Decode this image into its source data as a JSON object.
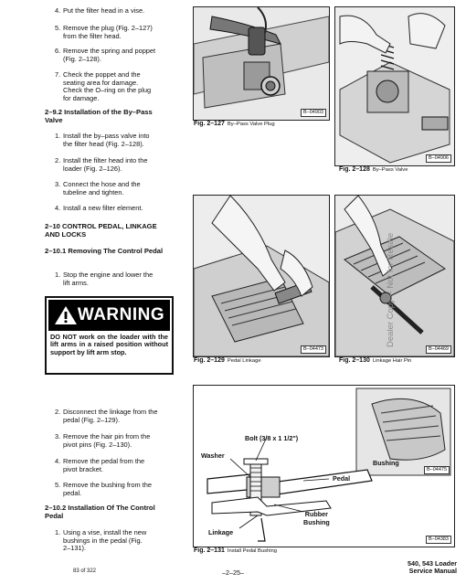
{
  "left_column": {
    "steps_a": [
      {
        "num": "4.",
        "text": "Put the filter head in a vise."
      },
      {
        "num": "5.",
        "text": "Remove the plug (Fig. 2–127)\nfrom the filter head."
      },
      {
        "num": "6.",
        "text": "Remove the spring and poppet\n(Fig. 2–128)."
      },
      {
        "num": "7.",
        "text": "Check the poppet and the\nseating area for damage.\nCheck the O–ring on the plug\nfor damage."
      }
    ],
    "heading_bypass": "2–9.2 Installation of the By–Pass Valve",
    "steps_b": [
      {
        "num": "1.",
        "text": "Install the by–pass valve into\nthe filter head (Fig. 2–128)."
      },
      {
        "num": "2.",
        "text": "Install the filter head into the\nloader (Fig. 2–126)."
      },
      {
        "num": "3.",
        "text": "Connect the hose and the\ntubeline and tighten."
      },
      {
        "num": "4.",
        "text": "Install a new filter element."
      }
    ],
    "heading_control_pedal": "2–10 CONTROL PEDAL, LINKAGE AND LOCKS",
    "heading_removing": "2–10.1 Removing The Control Pedal",
    "steps_c": [
      {
        "num": "1.",
        "text": "Stop the engine and lower the\nlift arms."
      }
    ],
    "warning": {
      "title": "WARNING",
      "text": "DO NOT work on the loader with the lift arms in a raised position without support by lift arm stop."
    },
    "steps_d": [
      {
        "num": "2.",
        "text": "Disconnect the linkage from the\npedal (Fig. 2–129)."
      },
      {
        "num": "3.",
        "text": "Remove the hair pin from the\npivot pins (Fig. 2–130)."
      },
      {
        "num": "4.",
        "text": "Remove the pedal from the\npivot bracket."
      },
      {
        "num": "5.",
        "text": "Remove the bushing from the\npedal."
      }
    ],
    "heading_installation": "2–10.2 Installation Of The Control Pedal",
    "steps_e": [
      {
        "num": "1.",
        "text": "Using a vise, install the new\nbushings in the pedal (Fig.\n2–131)."
      }
    ]
  },
  "figures": {
    "fig127": {
      "id": "B–04903",
      "label": "Fig. 2–127",
      "title": "By–Pass Valve Plug"
    },
    "fig128": {
      "id": "B–04906",
      "label": "Fig. 2–128",
      "title": "By–Pass Valve"
    },
    "fig129": {
      "id": "B–04473",
      "label": "Fig. 2–129",
      "title": "Pedal Linkage"
    },
    "fig130": {
      "id": "B–04469",
      "label": "Fig. 2–130",
      "title": "Linkage Hair Pin"
    },
    "fig131": {
      "id_top": "B–04475",
      "id_bottom": "B–04383",
      "label": "Fig. 2–131",
      "title": "Install Pedal Bushing",
      "callouts": {
        "bolt": "Bolt (3/8 x 1 1/2\")",
        "washer": "Washer",
        "pedal": "Pedal",
        "bushing": "Bushing",
        "rubber_bushing": "Rubber\nBushing",
        "linkage": "Linkage"
      }
    }
  },
  "watermark": "Dealer Copy -- Not for Resale",
  "footer": {
    "page_count": "83 of 322",
    "page_number": "–2–25–",
    "model": "540, 543 Loader",
    "manual": "Service Manual"
  }
}
